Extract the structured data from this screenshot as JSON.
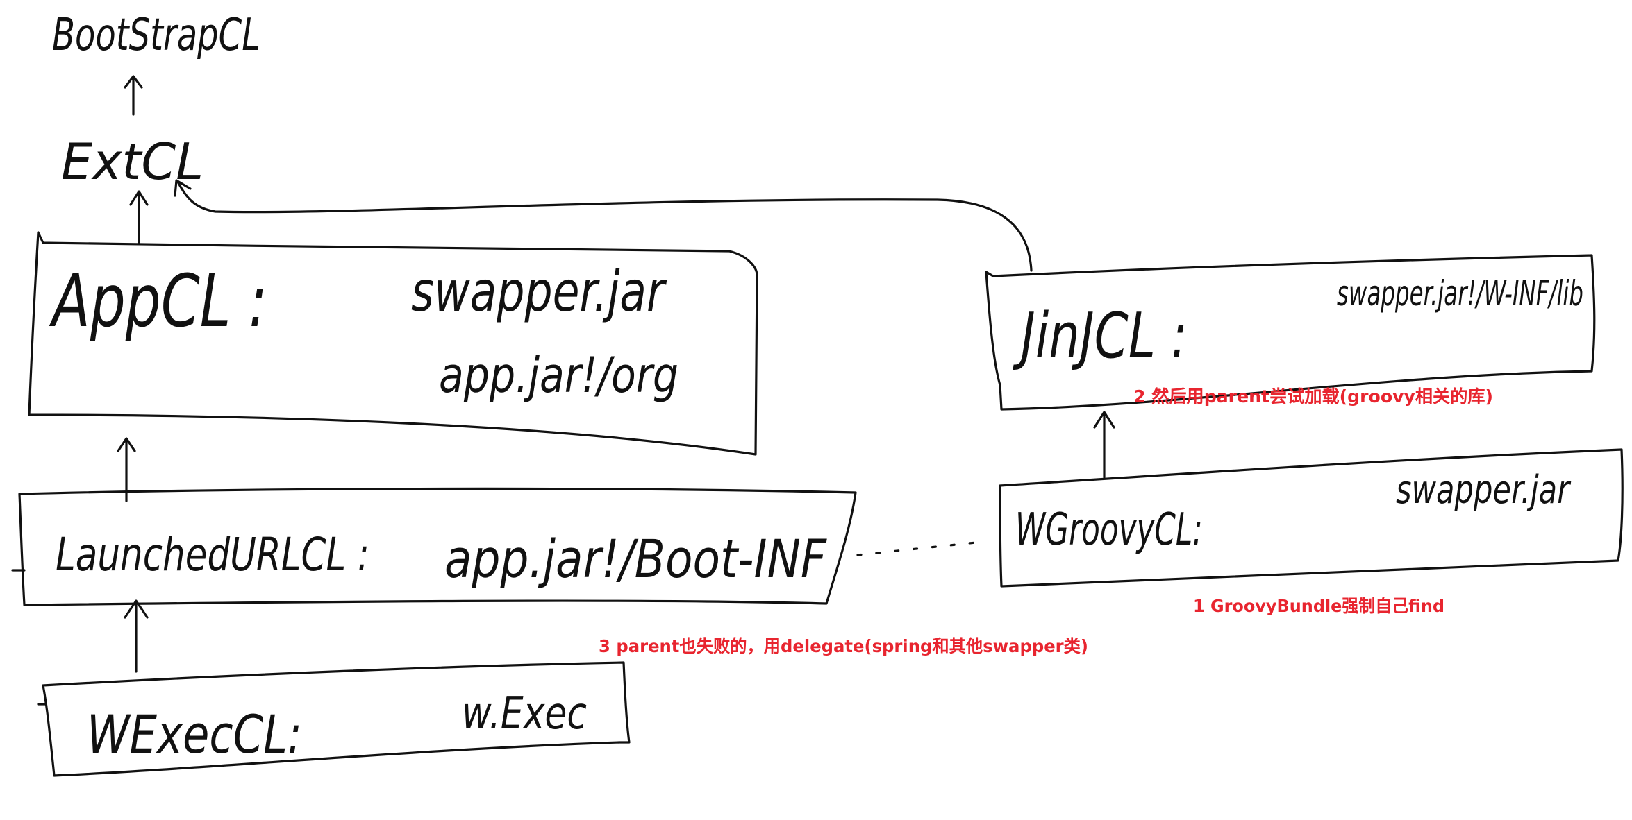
{
  "nodes": {
    "bootstrap": {
      "label": "BootStrapCL"
    },
    "ext": {
      "label": "ExtCL"
    },
    "app": {
      "label": "AppCL :",
      "path1": "swapper.jar",
      "path2": "app.jar!/org"
    },
    "launched": {
      "label": "LaunchedURLCL :",
      "path": "app.jar!/Boot-INF"
    },
    "wexec": {
      "label": "WExecCL:",
      "path": "w.Exec"
    },
    "jinj": {
      "label": "JinJCL :",
      "path": "swapper.jar!/W-INF/lib"
    },
    "wgroovy": {
      "label": "WGroovyCL:",
      "path": "swapper.jar"
    }
  },
  "notes": {
    "note1": "1 GroovyBundle强制自己find",
    "note2": "2 然后用parent尝试加载(groovy相关的库)",
    "note3": "3 parent也失败的，用delegate(spring和其他swapper类)"
  },
  "colors": {
    "ink": "#111111",
    "note": "#e8252f"
  }
}
